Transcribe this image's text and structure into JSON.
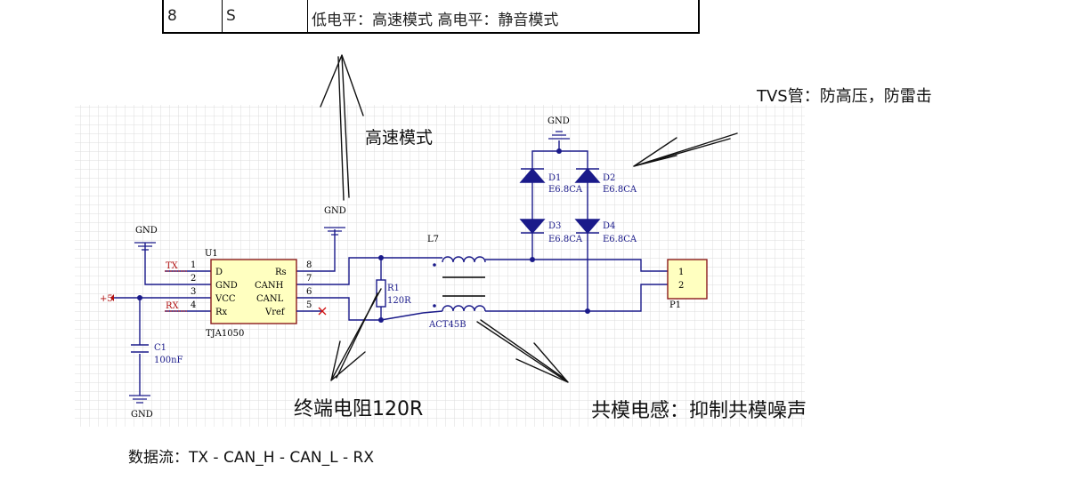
{
  "table": {
    "pin": "8",
    "name": "S",
    "description": "低电平：高速模式    高电平：静音模式"
  },
  "annotations": {
    "high_speed": "高速模式",
    "tvs": "TVS管：防高压，防雷击",
    "termination": "终端电阻120R",
    "common_mode": "共模电感：抑制共模噪声",
    "data_flow": "数据流：TX - CAN_H -  CAN_L - RX"
  },
  "schematic": {
    "u1": {
      "ref": "U1",
      "value": "TJA1050",
      "left_pins": [
        {
          "num": "1",
          "name": "D"
        },
        {
          "num": "2",
          "name": "GND"
        },
        {
          "num": "3",
          "name": "VCC"
        },
        {
          "num": "4",
          "name": "Rx"
        }
      ],
      "right_pins": [
        {
          "num": "8",
          "name": "Rs"
        },
        {
          "num": "7",
          "name": "CANH"
        },
        {
          "num": "6",
          "name": "CANL"
        },
        {
          "num": "5",
          "name": "Vref"
        }
      ]
    },
    "net_tx": "TX",
    "net_rx": "RX",
    "power": "+5",
    "gnd": "GND",
    "c1": {
      "ref": "C1",
      "value": "100nF"
    },
    "r1": {
      "ref": "R1",
      "value": "120R"
    },
    "l7": {
      "ref": "L7",
      "value": "ACT45B"
    },
    "diodes": [
      {
        "ref": "D1",
        "value": "E6.8CA"
      },
      {
        "ref": "D2",
        "value": "E6.8CA"
      },
      {
        "ref": "D3",
        "value": "E6.8CA"
      },
      {
        "ref": "D4",
        "value": "E6.8CA"
      }
    ],
    "p1": {
      "ref": "P1",
      "pins": [
        "1",
        "2"
      ]
    }
  },
  "colors": {
    "wire": "#1a1a8a",
    "net_label": "#b01010",
    "grid": "#dcdcdc",
    "text": "#111111"
  }
}
